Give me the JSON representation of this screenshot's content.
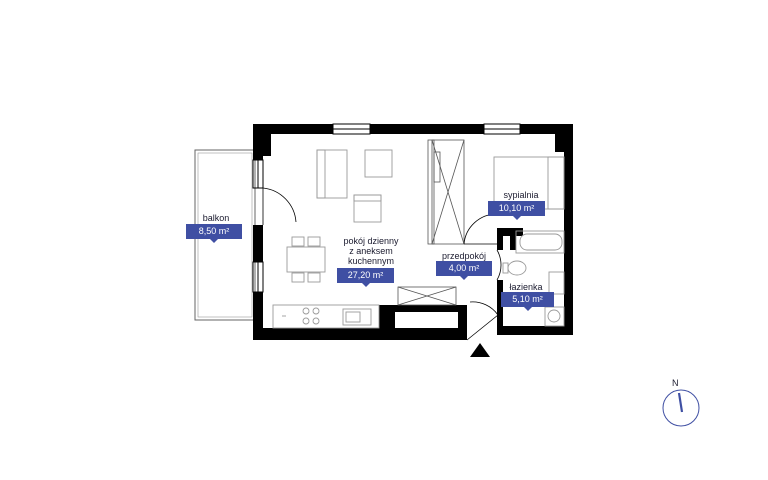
{
  "rooms": {
    "balkon": {
      "name": "balkon",
      "area": "8,50 m²"
    },
    "living": {
      "name_line1": "pokój dzienny",
      "name_line2": "z aneksem",
      "name_line3": "kuchennym",
      "area": "27,20 m²"
    },
    "bedroom": {
      "name": "sypialnia",
      "area": "10,10 m²"
    },
    "hall": {
      "name": "przedpokój",
      "area": "4,00 m²"
    },
    "bathroom": {
      "name": "łazienka",
      "area": "5,10 m²"
    }
  },
  "compass": {
    "label": "N"
  },
  "colors": {
    "wall": "#000000",
    "badge": "#3f4fa3",
    "furniture": "#9a9a9a",
    "compass_needle": "#3f4fa3"
  },
  "icons": [
    "entrance-arrow-icon",
    "compass-icon"
  ]
}
